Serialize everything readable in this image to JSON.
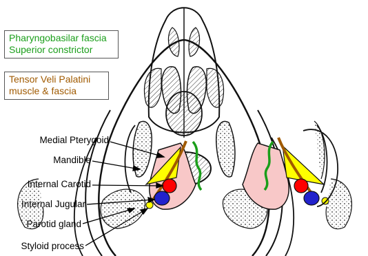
{
  "legend": {
    "green": {
      "color": "#1a9e1a",
      "lines": [
        "Pharyngobasilar fascia",
        "Superior constrictor"
      ]
    },
    "brown": {
      "color": "#a05a00",
      "lines": [
        "Tensor Veli Palatini",
        "muscle & fascia"
      ]
    }
  },
  "labels": {
    "medial_pterygoid": "Medial Pterygoid",
    "mandible": "Mandible",
    "internal_carotid": "Internal Carotid",
    "internal_jugular": "Internal Jugular",
    "parotid_gland": "Parotid gland",
    "styloid_process": "Styloid process"
  },
  "colors": {
    "medial_pterygoid": "#ffff00",
    "internal_carotid": "#ff0000",
    "internal_jugular": "#2222cc",
    "parotid_space": "#f8c8c8",
    "styloid": "#ffff00",
    "outline": "#111111"
  }
}
